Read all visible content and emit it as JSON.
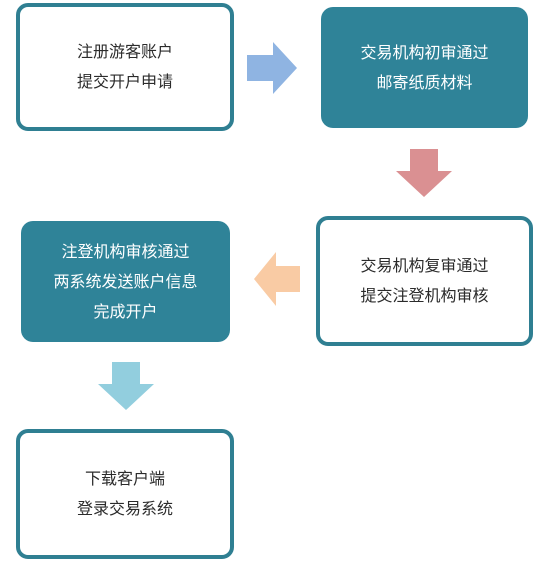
{
  "steps": [
    {
      "lines": [
        "注册游客账户",
        "提交开户申请"
      ]
    },
    {
      "lines": [
        "交易机构初审通过",
        "邮寄纸质材料"
      ]
    },
    {
      "lines": [
        "交易机构复审通过",
        "提交注登机构审核"
      ]
    },
    {
      "lines": [
        "注登机构审核通过",
        "两系统发送账户信息",
        "完成开户"
      ]
    },
    {
      "lines": [
        "下载客户端",
        "登录交易系统"
      ]
    }
  ],
  "colors": {
    "box_border": "#2f7f92",
    "box_fill": "#2f8398",
    "arrow_right": "#8fb4e2",
    "arrow_down_1": "#da9092",
    "arrow_left": "#f9cba4",
    "arrow_down_2": "#92cede"
  }
}
